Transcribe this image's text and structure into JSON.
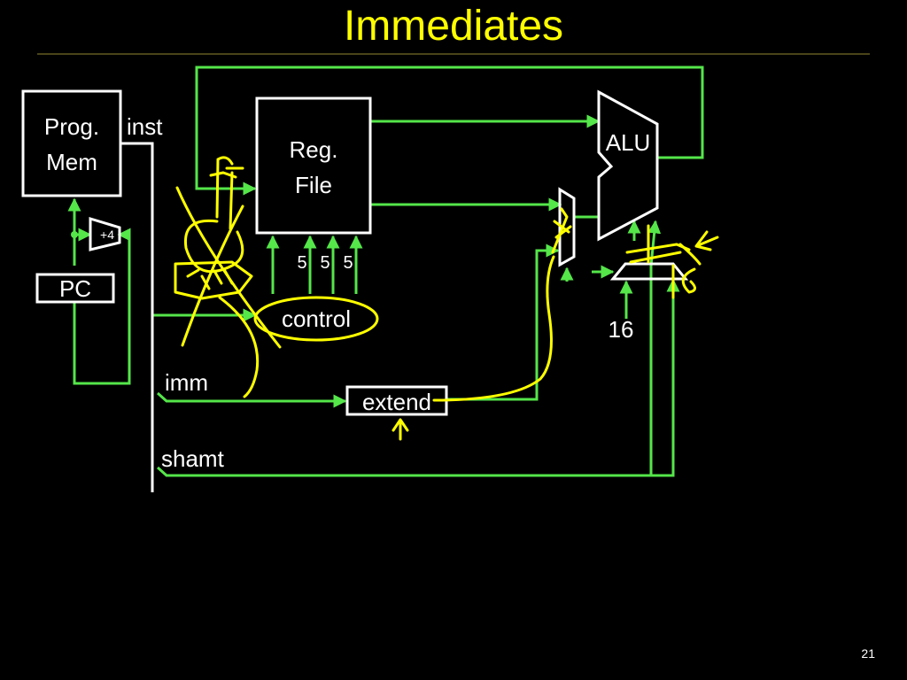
{
  "slide": {
    "title": "Immediates",
    "page_number": "21"
  },
  "diagram": {
    "prog_mem": {
      "line1": "Prog.",
      "line2": "Mem"
    },
    "pc": "PC",
    "adder": "+4",
    "inst": "inst",
    "reg_file": {
      "line1": "Reg.",
      "line2": "File"
    },
    "reg_fields": [
      "5",
      "5",
      "5"
    ],
    "control": "control",
    "alu": "ALU",
    "imm": "imm",
    "extend": "extend",
    "shamt": "shamt",
    "sixteen": "16",
    "colors": {
      "background": "#000000",
      "title": "#ffff00",
      "wires": "#55e64a",
      "blocks": "#ffffff",
      "annotations": "#ffff00"
    }
  }
}
